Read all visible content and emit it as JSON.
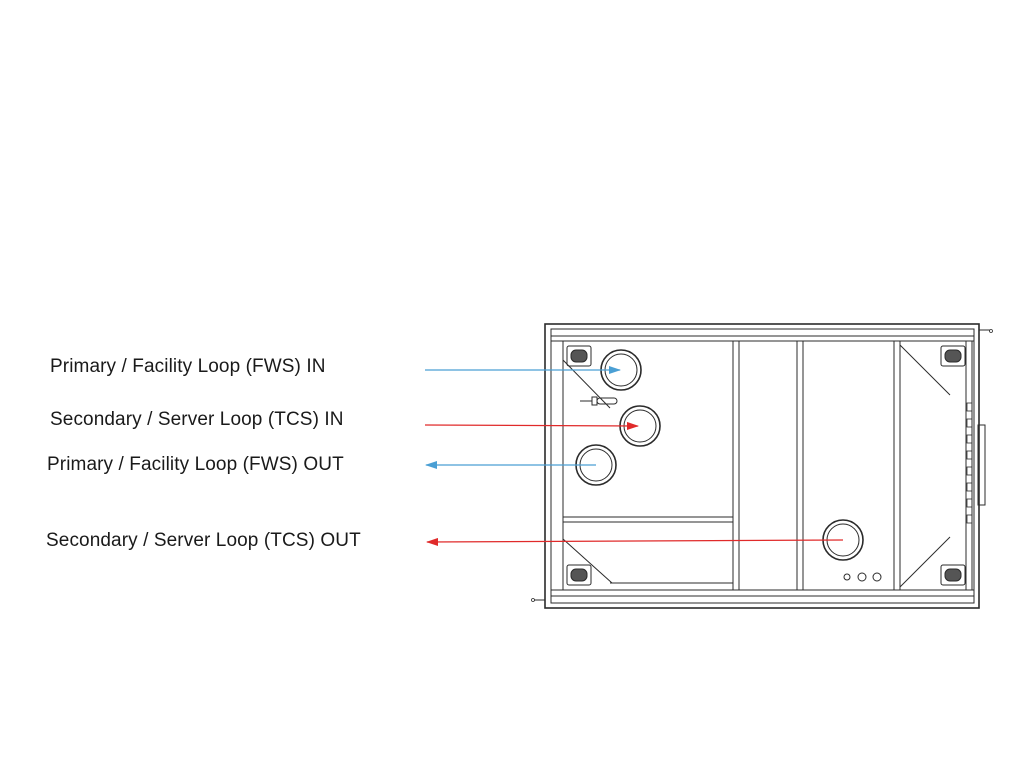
{
  "labels": {
    "fws_in": "Primary / Facility Loop (FWS) IN",
    "tcs_in": "Secondary / Server Loop (TCS) IN",
    "fws_out": "Primary / Facility Loop (FWS) OUT",
    "tcs_out": "Secondary / Server Loop (TCS) OUT"
  },
  "colors": {
    "facility_loop": "#4a9fd4",
    "server_loop": "#e02a2a",
    "line": "#2b2b2b"
  },
  "arrows": {
    "fws_in": "into-unit",
    "tcs_in": "into-unit",
    "fws_out": "out-of-unit",
    "tcs_out": "out-of-unit"
  }
}
